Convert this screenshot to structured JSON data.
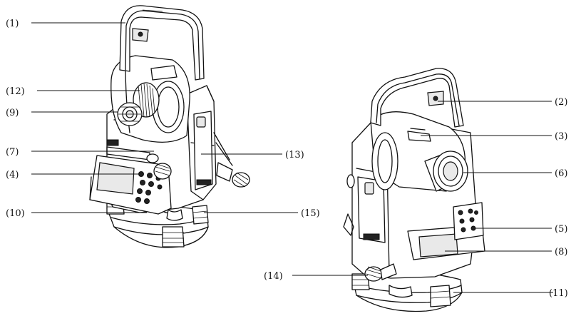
{
  "callouts": [
    {
      "id": "c1",
      "text": "(1)"
    },
    {
      "id": "c12",
      "text": "(12)"
    },
    {
      "id": "c9",
      "text": "(9)"
    },
    {
      "id": "c7",
      "text": "(7)"
    },
    {
      "id": "c4",
      "text": "(4)"
    },
    {
      "id": "c10",
      "text": "(10)"
    },
    {
      "id": "c13",
      "text": "(13)"
    },
    {
      "id": "c15",
      "text": "(15)"
    },
    {
      "id": "c2",
      "text": "(2)"
    },
    {
      "id": "c3",
      "text": "(3)"
    },
    {
      "id": "c6",
      "text": "(6)"
    },
    {
      "id": "c5",
      "text": "(5)"
    },
    {
      "id": "c8",
      "text": "(8)"
    },
    {
      "id": "c14",
      "text": "(14)"
    },
    {
      "id": "c11",
      "text": "(11)"
    }
  ]
}
